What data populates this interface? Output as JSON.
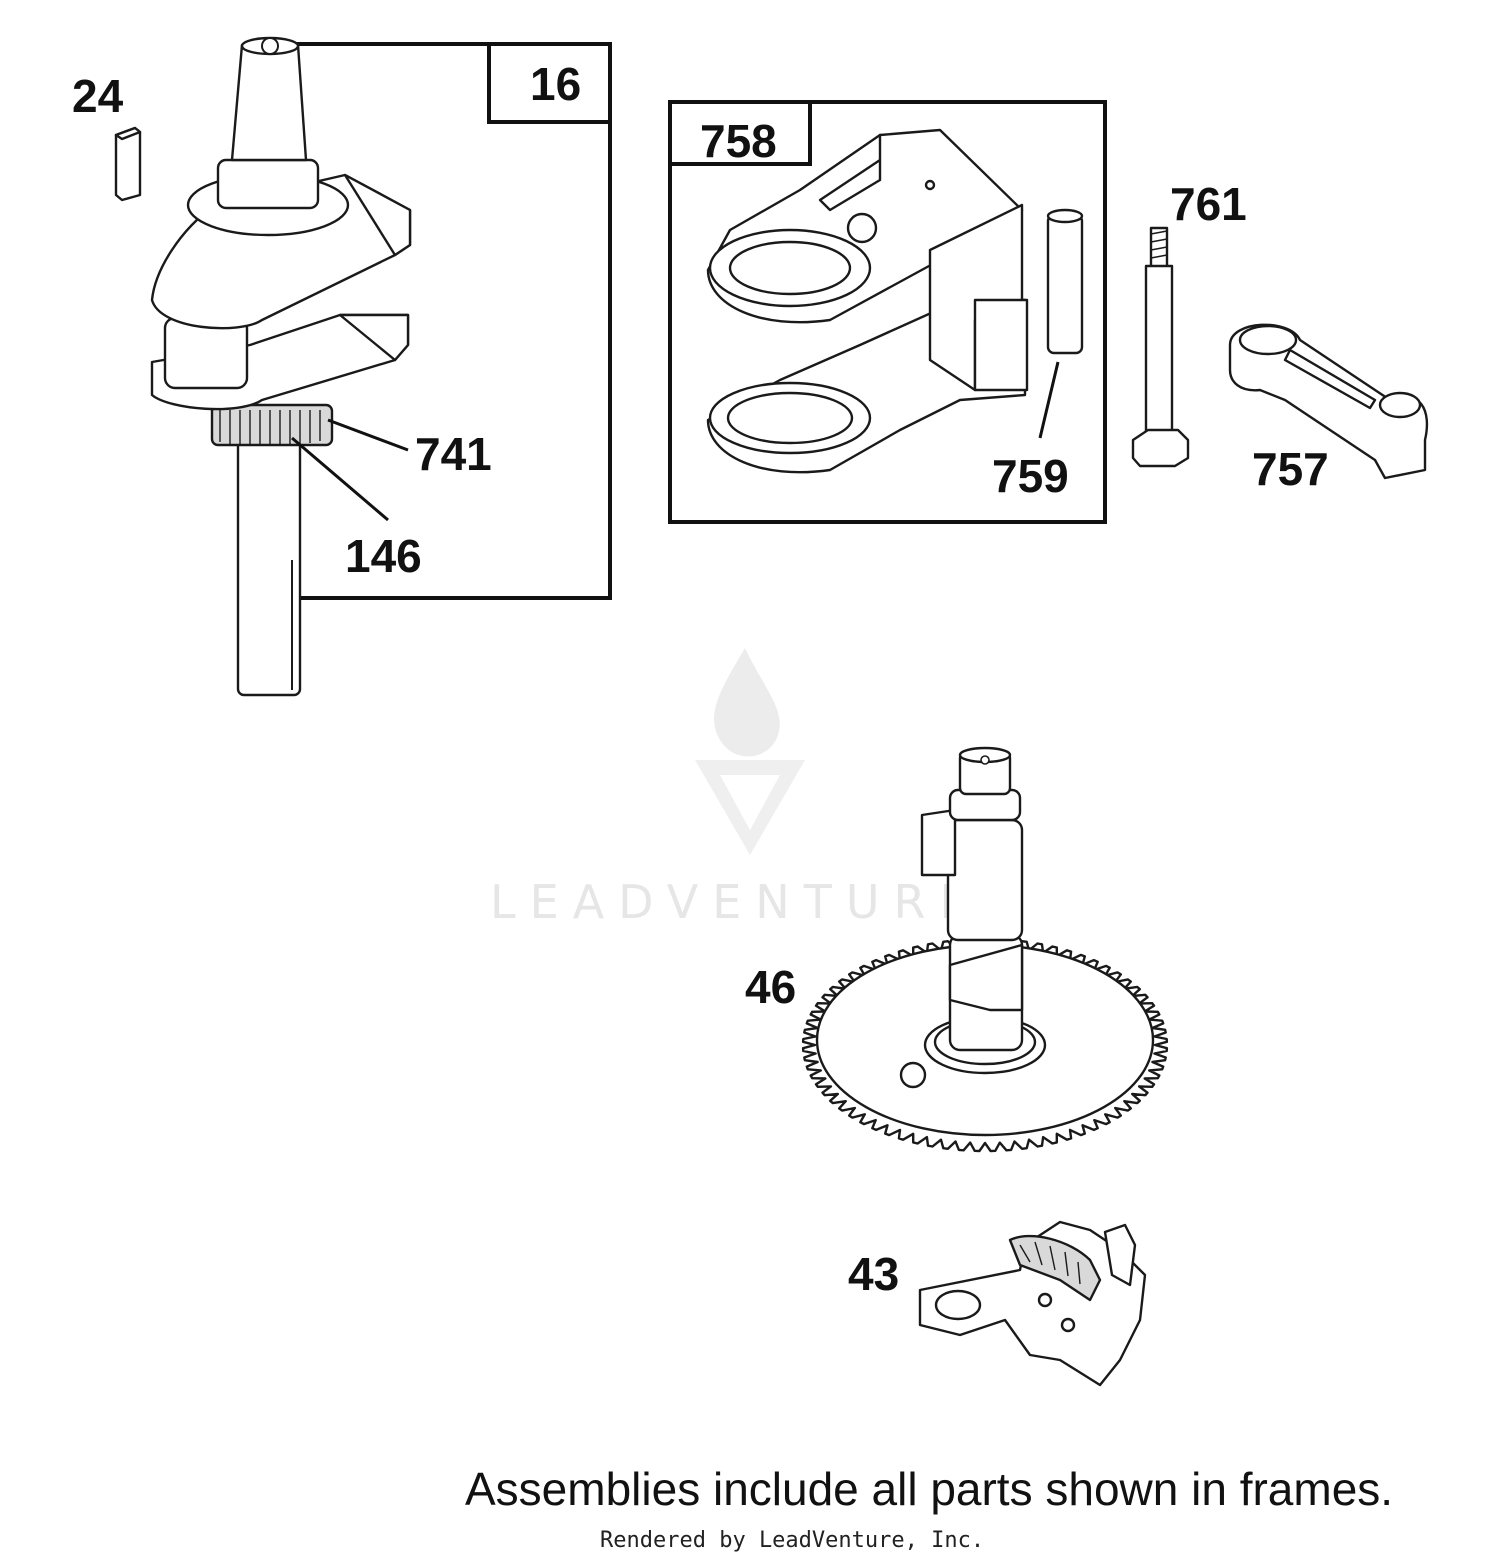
{
  "callouts": {
    "p16": "16",
    "p24": "24",
    "p741": "741",
    "p146": "146",
    "p758": "758",
    "p759": "759",
    "p761": "761",
    "p757": "757",
    "p46": "46",
    "p43": "43"
  },
  "watermark": {
    "text": "LEADVENTURE"
  },
  "footer": {
    "note": "Assemblies include all parts shown in frames.",
    "credit": "Rendered by LeadVenture, Inc."
  }
}
